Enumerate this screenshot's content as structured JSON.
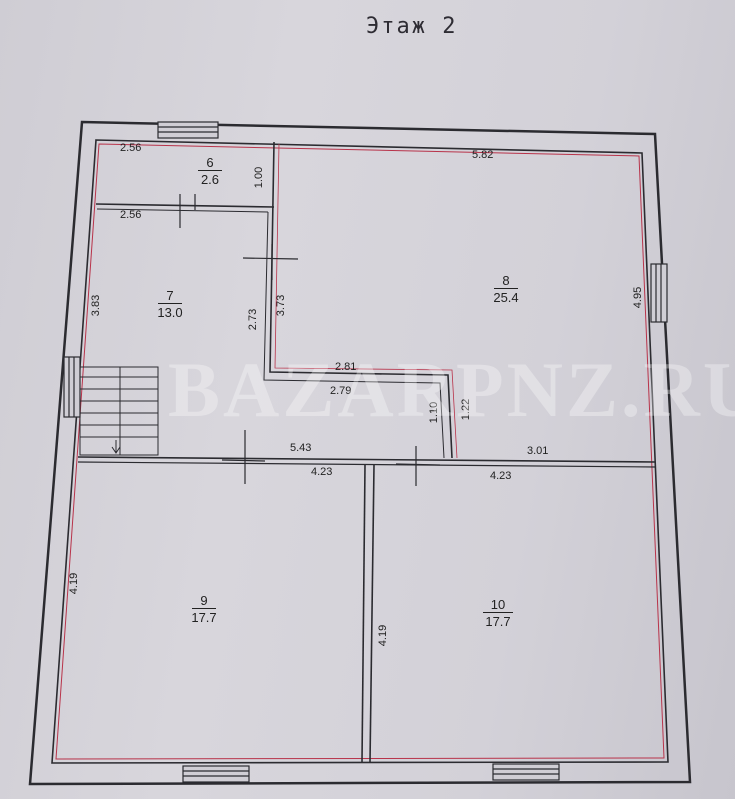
{
  "title": "Этаж 2",
  "watermark": "BAZARPNZ.RU",
  "rooms": [
    {
      "number": "6",
      "area": "2.6"
    },
    {
      "number": "7",
      "area": "13.0"
    },
    {
      "number": "8",
      "area": "25.4"
    },
    {
      "number": "9",
      "area": "17.7"
    },
    {
      "number": "10",
      "area": "17.7"
    }
  ],
  "dimensions": {
    "room6_top_width": "2.56",
    "room6_bottom_width": "2.56",
    "room6_height": "1.00",
    "room8_width": "5.82",
    "room8_height": "4.95",
    "room7_height": "3.83",
    "corridor_left": "2.73",
    "corridor_right": "3.73",
    "stair_top": "2.81",
    "stair_bottom": "2.79",
    "step_a": "1.10",
    "step_b": "1.22",
    "hall_width": "5.43",
    "hall_right": "3.01",
    "room9_width": "4.23",
    "room10_width": "4.23",
    "room9_height": "4.19",
    "room10_height": "4.19"
  },
  "colors": {
    "wall": "#2b2b30",
    "inner_outline": "#b8334a",
    "paper": "#d6d4da"
  }
}
